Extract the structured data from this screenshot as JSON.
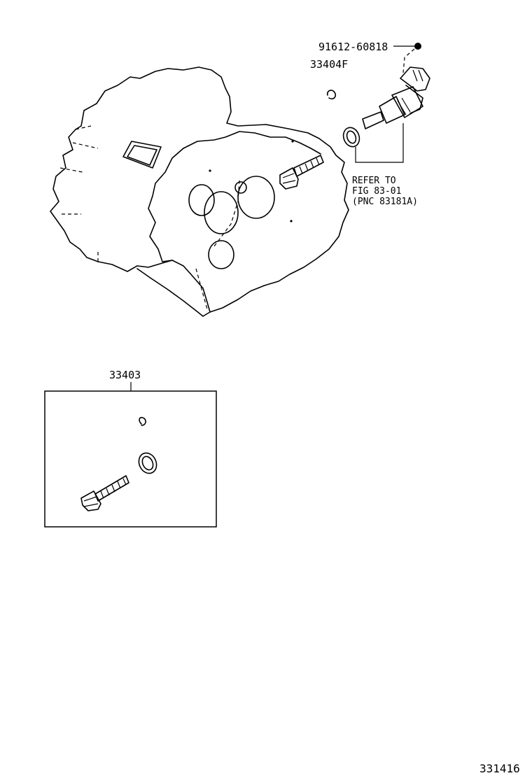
{
  "labels": {
    "bolt_part": "91612-60818",
    "clip_part": "33404F",
    "refer_line1": "REFER TO",
    "refer_line2": "FIG 83-01",
    "refer_line3": "(PNC 83181A)",
    "kit_part": "33403",
    "diagram_code": "331416"
  }
}
